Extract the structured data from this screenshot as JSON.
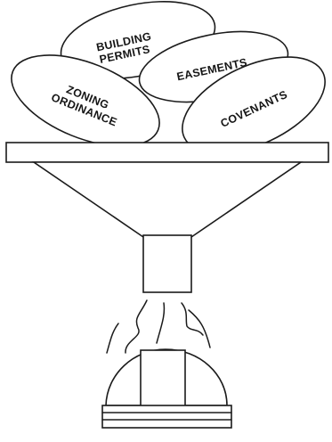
{
  "labels": {
    "building_permits": [
      "BUILDING",
      "PERMITS"
    ],
    "easements": "EASEMENTS",
    "zoning_ordinance": [
      "ZONING",
      "ORDINANCE"
    ],
    "covenants": "COVENANTS"
  }
}
